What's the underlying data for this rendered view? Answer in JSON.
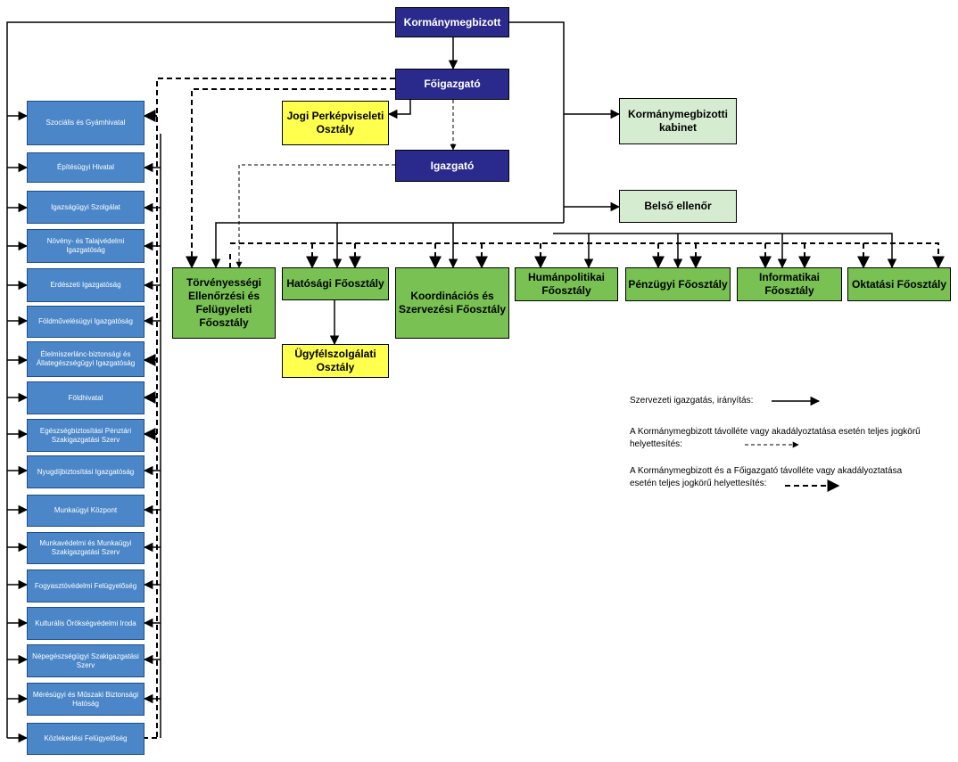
{
  "top": {
    "kormanymegbizott": "Kormánymegbizott",
    "foigazgato": "Főigazgató",
    "igazgato": "Igazgató",
    "jogi": "Jogi Perképviseleti Osztály",
    "kabinet": "Kormánymegbizotti kabinet",
    "belso_ellenor": "Belső ellenőr",
    "ugyfelszolgalati": "Ügyfélszolgálati Osztály"
  },
  "foosztalyok": [
    "Törvényességi Ellenőrzési és Felügyeleti Főosztály",
    "Hatósági Főosztály",
    "Koordinációs és Szervezési  Főosztály",
    "Humánpolitikai Főosztály",
    "Pénzügyi Főosztály",
    "Informatikai Főosztály",
    "Oktatási Főosztály"
  ],
  "left_offices": [
    "Szociális és Gyámhivatal",
    "Építésügyi Hivatal",
    "Igazságügyi Szolgálat",
    "Növény- és Talajvédelmi Igazgatóság",
    "Erdészeti Igazgatóság",
    "Földművelésügyi Igazgatóság",
    "Élelmiszerlánc-biztonsági és Állategészségügyi Igazgatóság",
    "Földhivatal",
    "Egészségbiztosítási Pénztári Szakigazgatási Szerv",
    "Nyugdíjbiztosítási Igazgatóság",
    "Munkaügyi Központ",
    "Munkavédelmi és Munkaügyi Szakigazgatási Szerv",
    "Fogyasztóvédelmi Felügyelőség",
    "Kulturális Örökségvédelmi Iroda",
    "Népegészségügyi Szakigazgatási Szerv",
    "Mérésügyi és Műszaki Biztonsági Hatóság",
    "Közlekedési Felügyelőség"
  ],
  "legend": {
    "solid": "Szervezeti igazgatás, irányítás:",
    "dashed_line1": "A Kormánymegbizott távolléte vagy akadályoztatása esetén teljes jogkörű",
    "dashed_line2": "helyettesítés:",
    "bold_line1": "A Kormánymegbizott és a Főigazgató távolléte vagy akadályoztatása",
    "bold_line2": "esetén teljes jogkörű helyettesítés:"
  },
  "colors": {
    "navy": "#2a2a8c",
    "yellow": "#ffff4d",
    "light_green": "#d6ecd0",
    "green": "#78c152",
    "blue": "#4a86c8"
  }
}
